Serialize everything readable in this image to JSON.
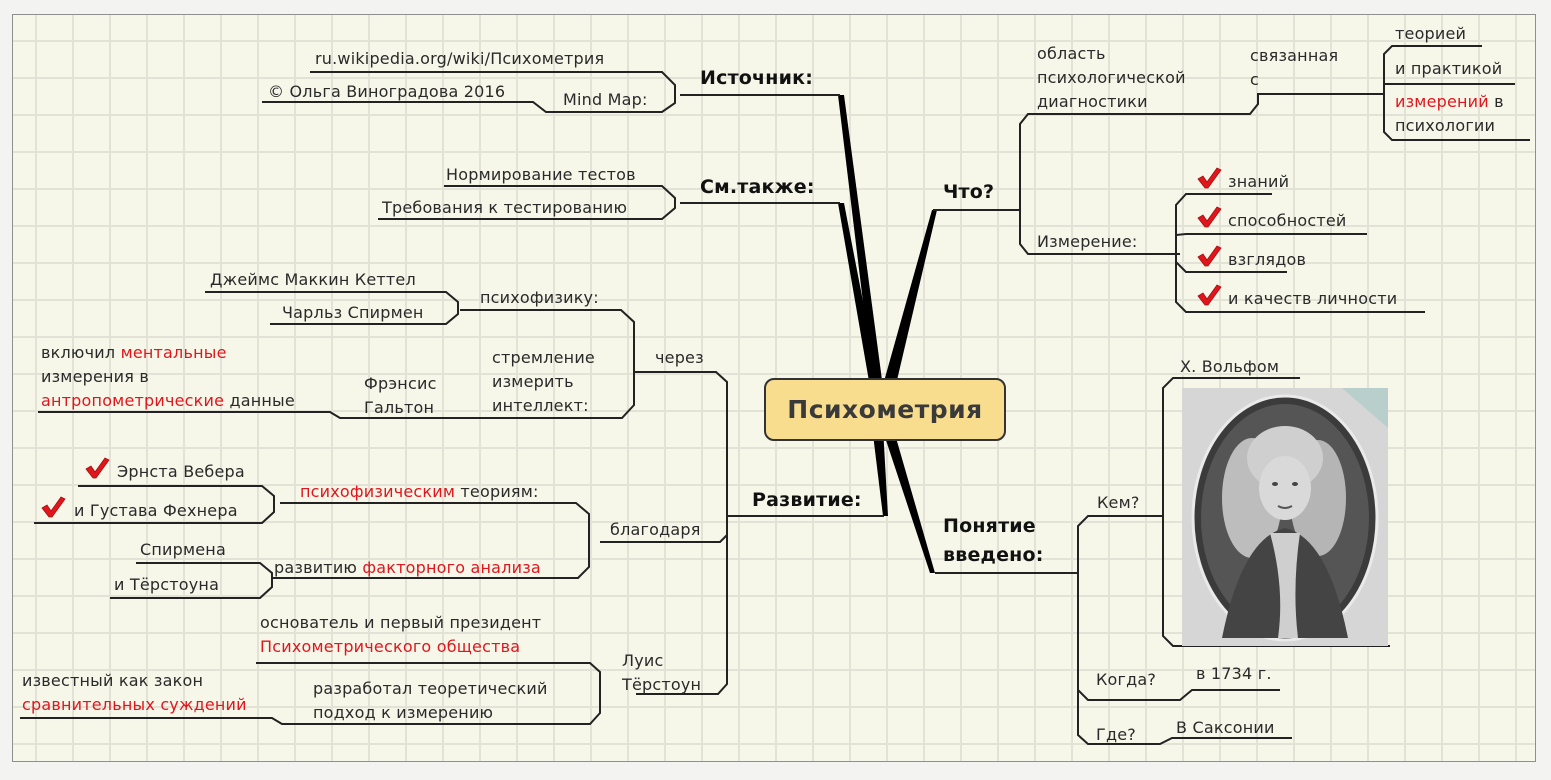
{
  "center": {
    "title": "Психометрия"
  },
  "branches": {
    "source": {
      "label": "Источник:",
      "items": [
        {
          "text": "ru.wikipedia.org/wiki/Психометрия"
        },
        {
          "text": "Mind Map:",
          "child": "© Ольга Виноградова 2016"
        }
      ]
    },
    "see_also": {
      "label": "См.также:",
      "items": [
        "Нормирование тестов",
        "Требования к тестированию"
      ]
    },
    "what": {
      "label": "Что?",
      "area": {
        "line1": "область",
        "line2": "психологической",
        "line3": "диагностики",
        "related": {
          "line1": "связанная",
          "line2": "с"
        },
        "with": [
          "теорией",
          "и практикой"
        ],
        "measurements": {
          "red": "измерений",
          "black": " в",
          "line2": "психологии"
        }
      },
      "measurement": {
        "label": "Измерение:",
        "items": [
          "знаний",
          "способностей",
          "взглядов",
          "и качеств личности"
        ],
        "icon": "checkmark-icon"
      }
    },
    "development": {
      "label": "Развитие:",
      "through": {
        "label": "через",
        "psychophysics": {
          "label": "психофизику:",
          "people": [
            "Джеймс Маккин Кеттел",
            "Чарльз Спирмен"
          ]
        },
        "intellect": {
          "line1": "стремление",
          "line2": "измерить",
          "line3": "интеллект:",
          "person": {
            "line1": "Фрэнсис",
            "line2": "Гальтон"
          },
          "note": {
            "p1": "включил ",
            "p1_red": "ментальные",
            "p2": "измерения в",
            "p3_red": "антропометрические",
            "p3": " данные"
          }
        }
      },
      "thanks": {
        "label": "благодаря",
        "theories": {
          "red": "психофизическим",
          "black": " теориям:",
          "people": [
            "Эрнста Вебера",
            "и Густава Фехнера"
          ]
        },
        "factor": {
          "black": "развитию ",
          "red": "факторного анализа",
          "people": [
            "Спирмена",
            "и Тёрстоуна"
          ]
        }
      },
      "thurstone": {
        "line1": "Луис",
        "line2": "Тёрстоун",
        "founder": {
          "line1": "основатель и первый президент",
          "line2_red": "Психометрического общества"
        },
        "approach": {
          "line1": "разработал теоретический",
          "line2": "подход к измерению",
          "law": {
            "line1": "известный как закон",
            "line2_red": "сравнительных суждений"
          }
        }
      }
    },
    "introduced": {
      "label_line1": "Понятие",
      "label_line2": "введено:",
      "who": {
        "label": "Кем?",
        "answer": "Х. Вольфом"
      },
      "when": {
        "label": "Когда?",
        "answer": "в 1734 г."
      },
      "where": {
        "label": "Где?",
        "answer": "В Саксонии"
      }
    }
  },
  "colors": {
    "accent_red": "#e0161c",
    "center_fill": "#f8dd8f",
    "grid": "#e2e2d6",
    "background": "#f6f6e9"
  }
}
